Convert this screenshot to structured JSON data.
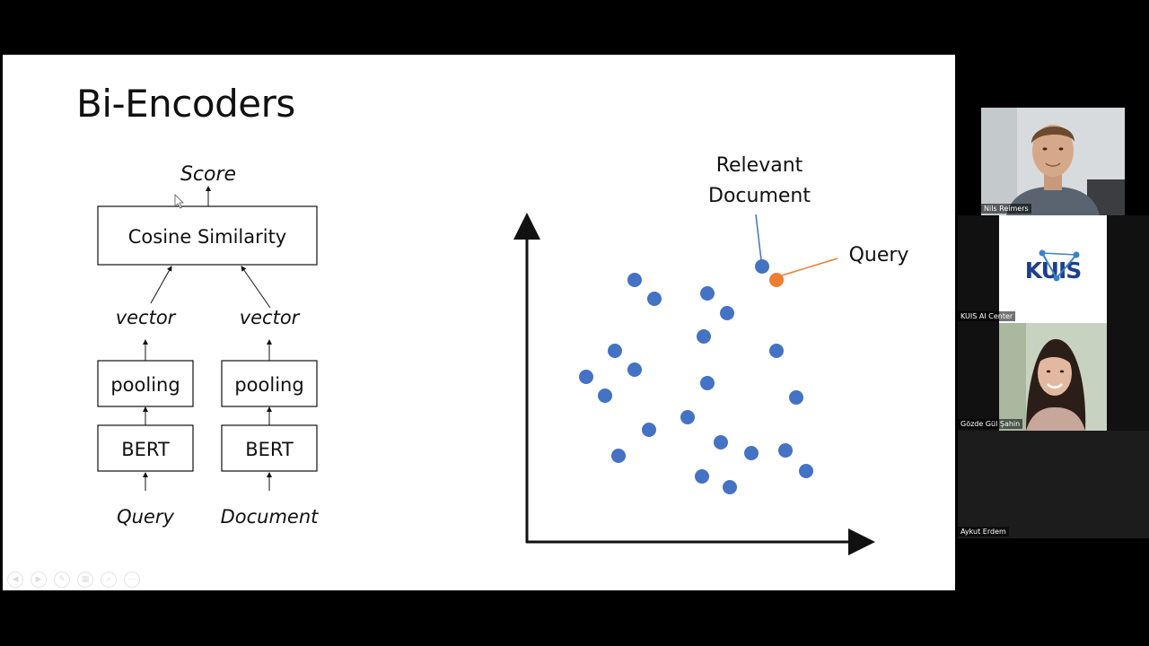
{
  "slide": {
    "title": "Bi-Encoders",
    "diagram": {
      "score_label": "Score",
      "cosine_label": "Cosine Similarity",
      "vector_left": "vector",
      "vector_right": "vector",
      "pooling_left": "pooling",
      "pooling_right": "pooling",
      "bert_left": "BERT",
      "bert_right": "BERT",
      "query_input": "Query",
      "document_input": "Document"
    },
    "scatter": {
      "relevant_label_line1": "Relevant",
      "relevant_label_line2": "Document",
      "query_label": "Query",
      "point_color": "#4472c4",
      "query_color": "#ed7d31"
    },
    "toolbar_icons": [
      "prev-icon",
      "next-icon",
      "pen-icon",
      "slides-icon",
      "zoom-icon",
      "more-icon"
    ]
  },
  "participants": [
    {
      "name": "Nils Reimers"
    },
    {
      "name": "KUIS AI Center",
      "logo_text": "KUIS"
    },
    {
      "name": "Gözde Gül Şahin"
    },
    {
      "name": "Aykut Erdem"
    }
  ]
}
